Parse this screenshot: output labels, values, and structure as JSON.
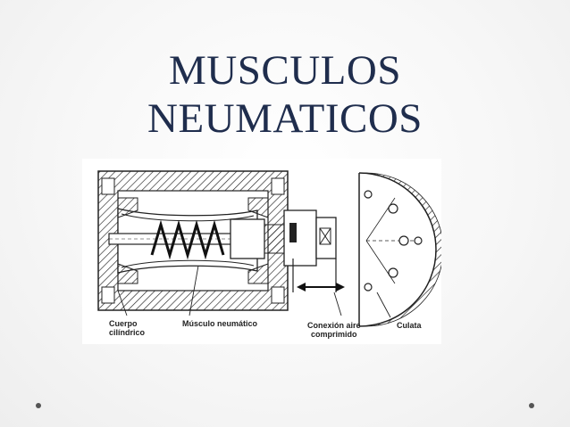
{
  "slide": {
    "title_line1": "MUSCULOS",
    "title_line2": "NEUMATICOS"
  },
  "diagram": {
    "label_cuerpo_1": "Cuerpo",
    "label_cuerpo_2": "cilíndrico",
    "label_musculo": "Músculo neumático",
    "label_conexion_1": "Conexión aire",
    "label_conexion_2": "comprimido",
    "label_culata": "Culata"
  },
  "colors": {
    "title": "#1f2d4d",
    "line": "#222222",
    "bullet": "#555555"
  }
}
